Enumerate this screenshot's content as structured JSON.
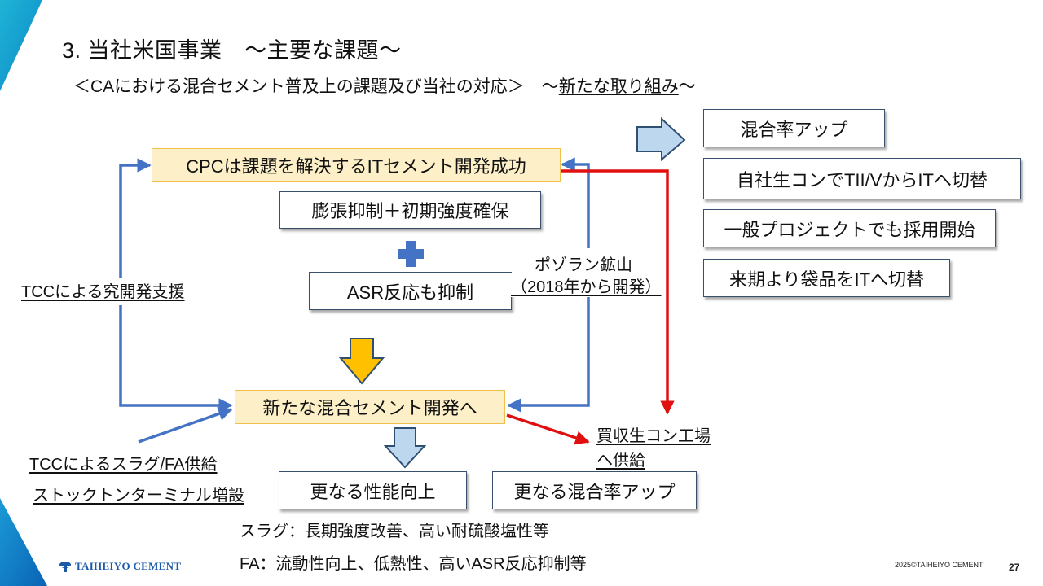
{
  "slide": {
    "title": "3. 当社米国事業　～主要な課題～",
    "subtitle_prefix": "＜CAにおける混合セメント普及上の課題及び当社の対応＞　～",
    "subtitle_underlined": "新たな取り組み",
    "subtitle_suffix": "～",
    "page_number": "27",
    "copyright": "2025©TAIHEIYO CEMENT",
    "logo_text": "TAIHEIYO CEMENT"
  },
  "colors": {
    "accent_blue": "#4472c4",
    "accent_red": "#e01010",
    "box_yellow_fill": "#fdf0c8",
    "arrow_gold": "#ffc000",
    "arrow_lightblue": "#bdd7ee",
    "corner_teal": "#1a9fcf"
  },
  "diagram": {
    "top_yellow_box": "CPCは課題を解決するITセメント開発成功",
    "box_expansion": "膨張抑制＋初期強度確保",
    "box_asr": "ASR反応も抑制",
    "bottom_yellow_box": "新たな混合セメント開発へ",
    "box_performance": "更なる性能向上",
    "box_blend_rate_up": "更なる混合率アップ",
    "label_tcc_rnd": "TCCによる究開発支援",
    "label_pozzolan_line1": "ポゾラン鉱山",
    "label_pozzolan_line2": "（2018年から開発）",
    "label_tcc_slag": "TCCによるスラグ/FA供給",
    "label_stock_terminal": "ストックトンターミナル増設",
    "label_acquired_line1": "買収生コン工場",
    "label_acquired_line2": "へ供給",
    "note_slag": "スラグ：長期強度改善、高い耐硫酸塩性等",
    "note_fa": "FA：流動性向上、低熱性、高いASR反応抑制等",
    "results": [
      "混合率アップ",
      "自社生コンでTII/VからITへ切替",
      "一般プロジェクトでも採用開始",
      "来期より袋品をITへ切替"
    ]
  }
}
